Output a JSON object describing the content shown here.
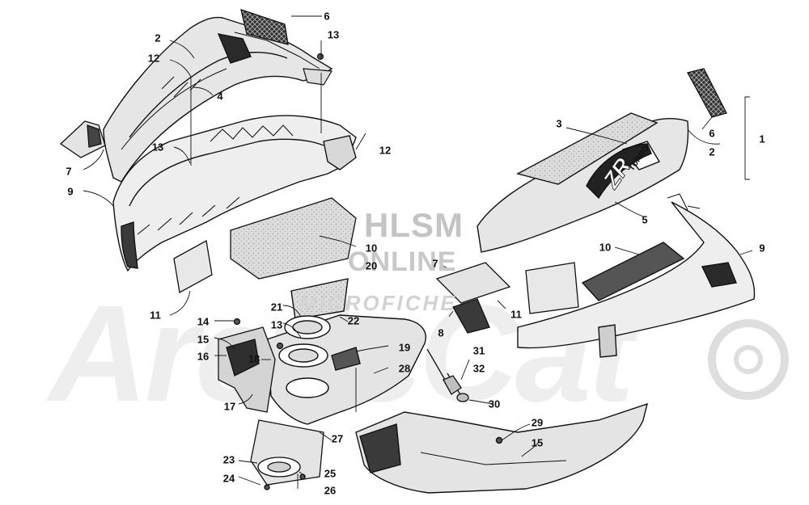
{
  "watermark": {
    "line1": "HLSM",
    "line2": "ONLINE",
    "line3": "MICROFICHE",
    "brand": "ArcticCat"
  },
  "decal_text": {
    "model": "ZR",
    "turbo": "TURBO"
  },
  "callouts": [
    {
      "id": "c6a",
      "label": "6"
    },
    {
      "id": "c13a",
      "label": "13"
    },
    {
      "id": "c2a",
      "label": "2"
    },
    {
      "id": "c12a",
      "label": "12"
    },
    {
      "id": "c4",
      "label": "4"
    },
    {
      "id": "c13b",
      "label": "13"
    },
    {
      "id": "c12b",
      "label": "12"
    },
    {
      "id": "c7a",
      "label": "7"
    },
    {
      "id": "c9a",
      "label": "9"
    },
    {
      "id": "c10a",
      "label": "10"
    },
    {
      "id": "c20",
      "label": "20"
    },
    {
      "id": "c11a",
      "label": "11"
    },
    {
      "id": "c21",
      "label": "21"
    },
    {
      "id": "c13c",
      "label": "13"
    },
    {
      "id": "c22",
      "label": "22"
    },
    {
      "id": "c14",
      "label": "14"
    },
    {
      "id": "c15a",
      "label": "15"
    },
    {
      "id": "c16",
      "label": "16"
    },
    {
      "id": "c18",
      "label": "18"
    },
    {
      "id": "c19",
      "label": "19"
    },
    {
      "id": "c28",
      "label": "28"
    },
    {
      "id": "c17",
      "label": "17"
    },
    {
      "id": "c27",
      "label": "27"
    },
    {
      "id": "c23",
      "label": "23"
    },
    {
      "id": "c24",
      "label": "24"
    },
    {
      "id": "c25",
      "label": "25"
    },
    {
      "id": "c26",
      "label": "26"
    },
    {
      "id": "c3",
      "label": "3"
    },
    {
      "id": "c6b",
      "label": "6"
    },
    {
      "id": "c1",
      "label": "1"
    },
    {
      "id": "c2b",
      "label": "2"
    },
    {
      "id": "c5",
      "label": "5"
    },
    {
      "id": "c10b",
      "label": "10"
    },
    {
      "id": "c9b",
      "label": "9"
    },
    {
      "id": "c7b",
      "label": "7"
    },
    {
      "id": "c11b",
      "label": "11"
    },
    {
      "id": "c8",
      "label": "8"
    },
    {
      "id": "c31",
      "label": "31"
    },
    {
      "id": "c32",
      "label": "32"
    },
    {
      "id": "c30",
      "label": "30"
    },
    {
      "id": "c29",
      "label": "29"
    },
    {
      "id": "c15b",
      "label": "15"
    }
  ]
}
